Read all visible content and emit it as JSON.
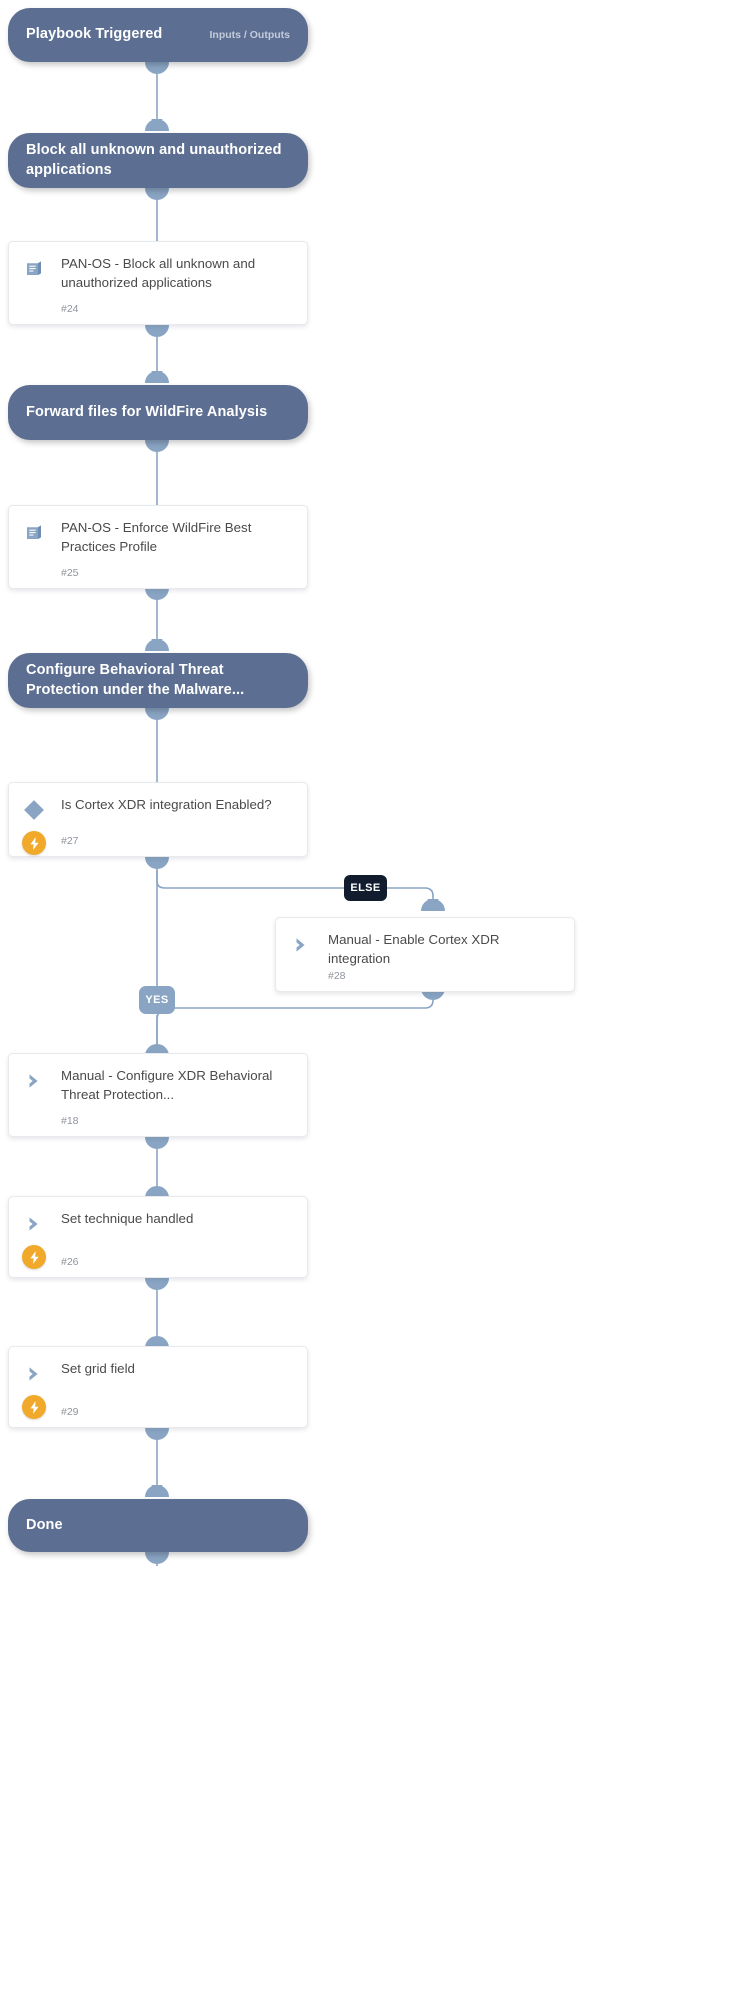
{
  "diagram": {
    "kind": "playbook-flow",
    "colors": {
      "section_fill": "#5c6e91",
      "card_fill": "#ffffff",
      "connector": "#8aa5c4",
      "junction": "#8aa5c4",
      "badge_lightning": "#f0a92a",
      "label_else_bg": "#111c2e",
      "label_yes_bg": "#8aa5c4",
      "title_text": "#4a4a4a",
      "id_text": "#8e949c"
    },
    "nodes": [
      {
        "id": "start",
        "type": "section",
        "title": "Playbook Triggered",
        "subtitle": "Inputs / Outputs"
      },
      {
        "id": "sec-block",
        "type": "section",
        "title": "Block all unknown and unauthorized applications"
      },
      {
        "id": "task-24",
        "type": "task",
        "icon": "book-icon",
        "title": "PAN-OS - Block all unknown and unauthorized applications",
        "task_id": "#24",
        "badge": null
      },
      {
        "id": "sec-wildfire",
        "type": "section",
        "title": "Forward files for WildFire Analysis"
      },
      {
        "id": "task-25",
        "type": "task",
        "icon": "book-icon",
        "title": "PAN-OS - Enforce WildFire Best Practices Profile",
        "task_id": "#25",
        "badge": null
      },
      {
        "id": "sec-btp",
        "type": "section",
        "title": "Configure Behavioral Threat Protection under the Malware..."
      },
      {
        "id": "task-27",
        "type": "conditional",
        "icon": "diamond-icon",
        "title": "Is Cortex XDR integration Enabled?",
        "task_id": "#27",
        "badge": "lightning-icon"
      },
      {
        "id": "task-28",
        "type": "task",
        "icon": "chevron-icon",
        "title": "Manual - Enable Cortex XDR integration",
        "task_id": "#28",
        "badge": null
      },
      {
        "id": "task-18",
        "type": "task",
        "icon": "chevron-icon",
        "title": "Manual - Configure XDR Behavioral Threat Protection...",
        "task_id": "#18",
        "badge": null
      },
      {
        "id": "task-26",
        "type": "task",
        "icon": "chevron-icon",
        "title": "Set technique handled",
        "task_id": "#26",
        "badge": "lightning-icon"
      },
      {
        "id": "task-29",
        "type": "task",
        "icon": "chevron-icon",
        "title": "Set grid field",
        "task_id": "#29",
        "badge": "lightning-icon"
      },
      {
        "id": "done",
        "type": "section",
        "title": "Done"
      }
    ],
    "branch_labels": [
      {
        "id": "else-label",
        "text": "ELSE",
        "style": "dark"
      },
      {
        "id": "yes-label",
        "text": "YES",
        "style": "light"
      }
    ]
  }
}
